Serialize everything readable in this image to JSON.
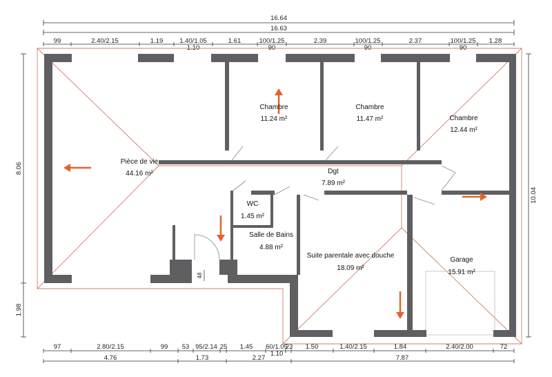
{
  "dimensions": {
    "top_total_1": "16.64",
    "top_total_2": "16.63",
    "top_segments": [
      "99",
      "2.40/2.15",
      "1.19",
      "1.40/1.05",
      "1.61",
      "100/1.25",
      "2.39",
      "100/1.25",
      "2.37",
      "100/1.25",
      "1.28"
    ],
    "top_sub": [
      "1.10",
      "90",
      "90",
      "90"
    ],
    "bottom_segments": [
      "97",
      "2.80/2.15",
      "99",
      "53",
      "95/2.14",
      "25",
      "1.45",
      "60/1.05",
      "23",
      "1.50",
      "1.40/2.15",
      "1.84",
      "2.40/2.00",
      "72"
    ],
    "bottom_sub": [
      "1.10"
    ],
    "bottom_totals": [
      "4.76",
      "1.73",
      "2.27",
      "7.87"
    ],
    "left": [
      "8.06",
      "1.98"
    ],
    "right": "10.04",
    "door_small": "48"
  },
  "rooms": [
    {
      "name": "Pièce de vie",
      "area": "44.16 m²"
    },
    {
      "name": "Chambre",
      "area": "11.24 m²"
    },
    {
      "name": "Chambre",
      "area": "11.47 m²"
    },
    {
      "name": "Chambre",
      "area": "12.44 m²"
    },
    {
      "name": "Dgt",
      "area": "7.89 m²"
    },
    {
      "name": "WC",
      "area": "1.45 m²"
    },
    {
      "name": "Salle de Bains",
      "area": "4.88 m²"
    },
    {
      "name": "Suite parentale avec douche",
      "area": "18.09 m²"
    },
    {
      "name": "Garage",
      "area": "15.91 m²"
    }
  ],
  "colors": {
    "wall": "#5f5f62",
    "roof": "#c9826a",
    "arrow": "#e0642a"
  }
}
